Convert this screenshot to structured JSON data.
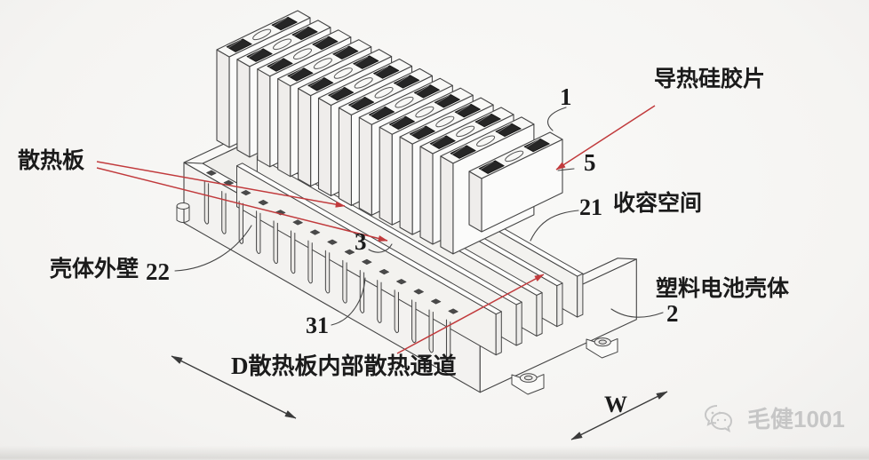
{
  "figure": {
    "annotations": {
      "thermal_pad_label": "导热硅胶片",
      "heat_plate_label": "散热板",
      "outer_wall_label": "壳体外壁",
      "outer_wall_num": "22",
      "accommodation_num": "21",
      "accommodation_label": "收容空间",
      "plastic_case_label": "塑料电池壳体",
      "plastic_case_num": "2",
      "battery_num": "1",
      "pad_num": "5",
      "plate_num": "3",
      "channel_num": "31",
      "dim_d_label": "D",
      "channel_label": "散热板内部散热通道",
      "dim_w_label": "W"
    },
    "watermark": {
      "text": "毛健1001"
    },
    "colors": {
      "leader_red": "#c13a3c",
      "line": "#454545",
      "text": "#1b1b1b",
      "watermark": "#c6c6c6",
      "terminal_dark": "#262626"
    },
    "counts": {
      "battery_cells": 13,
      "wall_slots": 15,
      "heat_plates": 5,
      "mounting_feet": 3
    }
  }
}
